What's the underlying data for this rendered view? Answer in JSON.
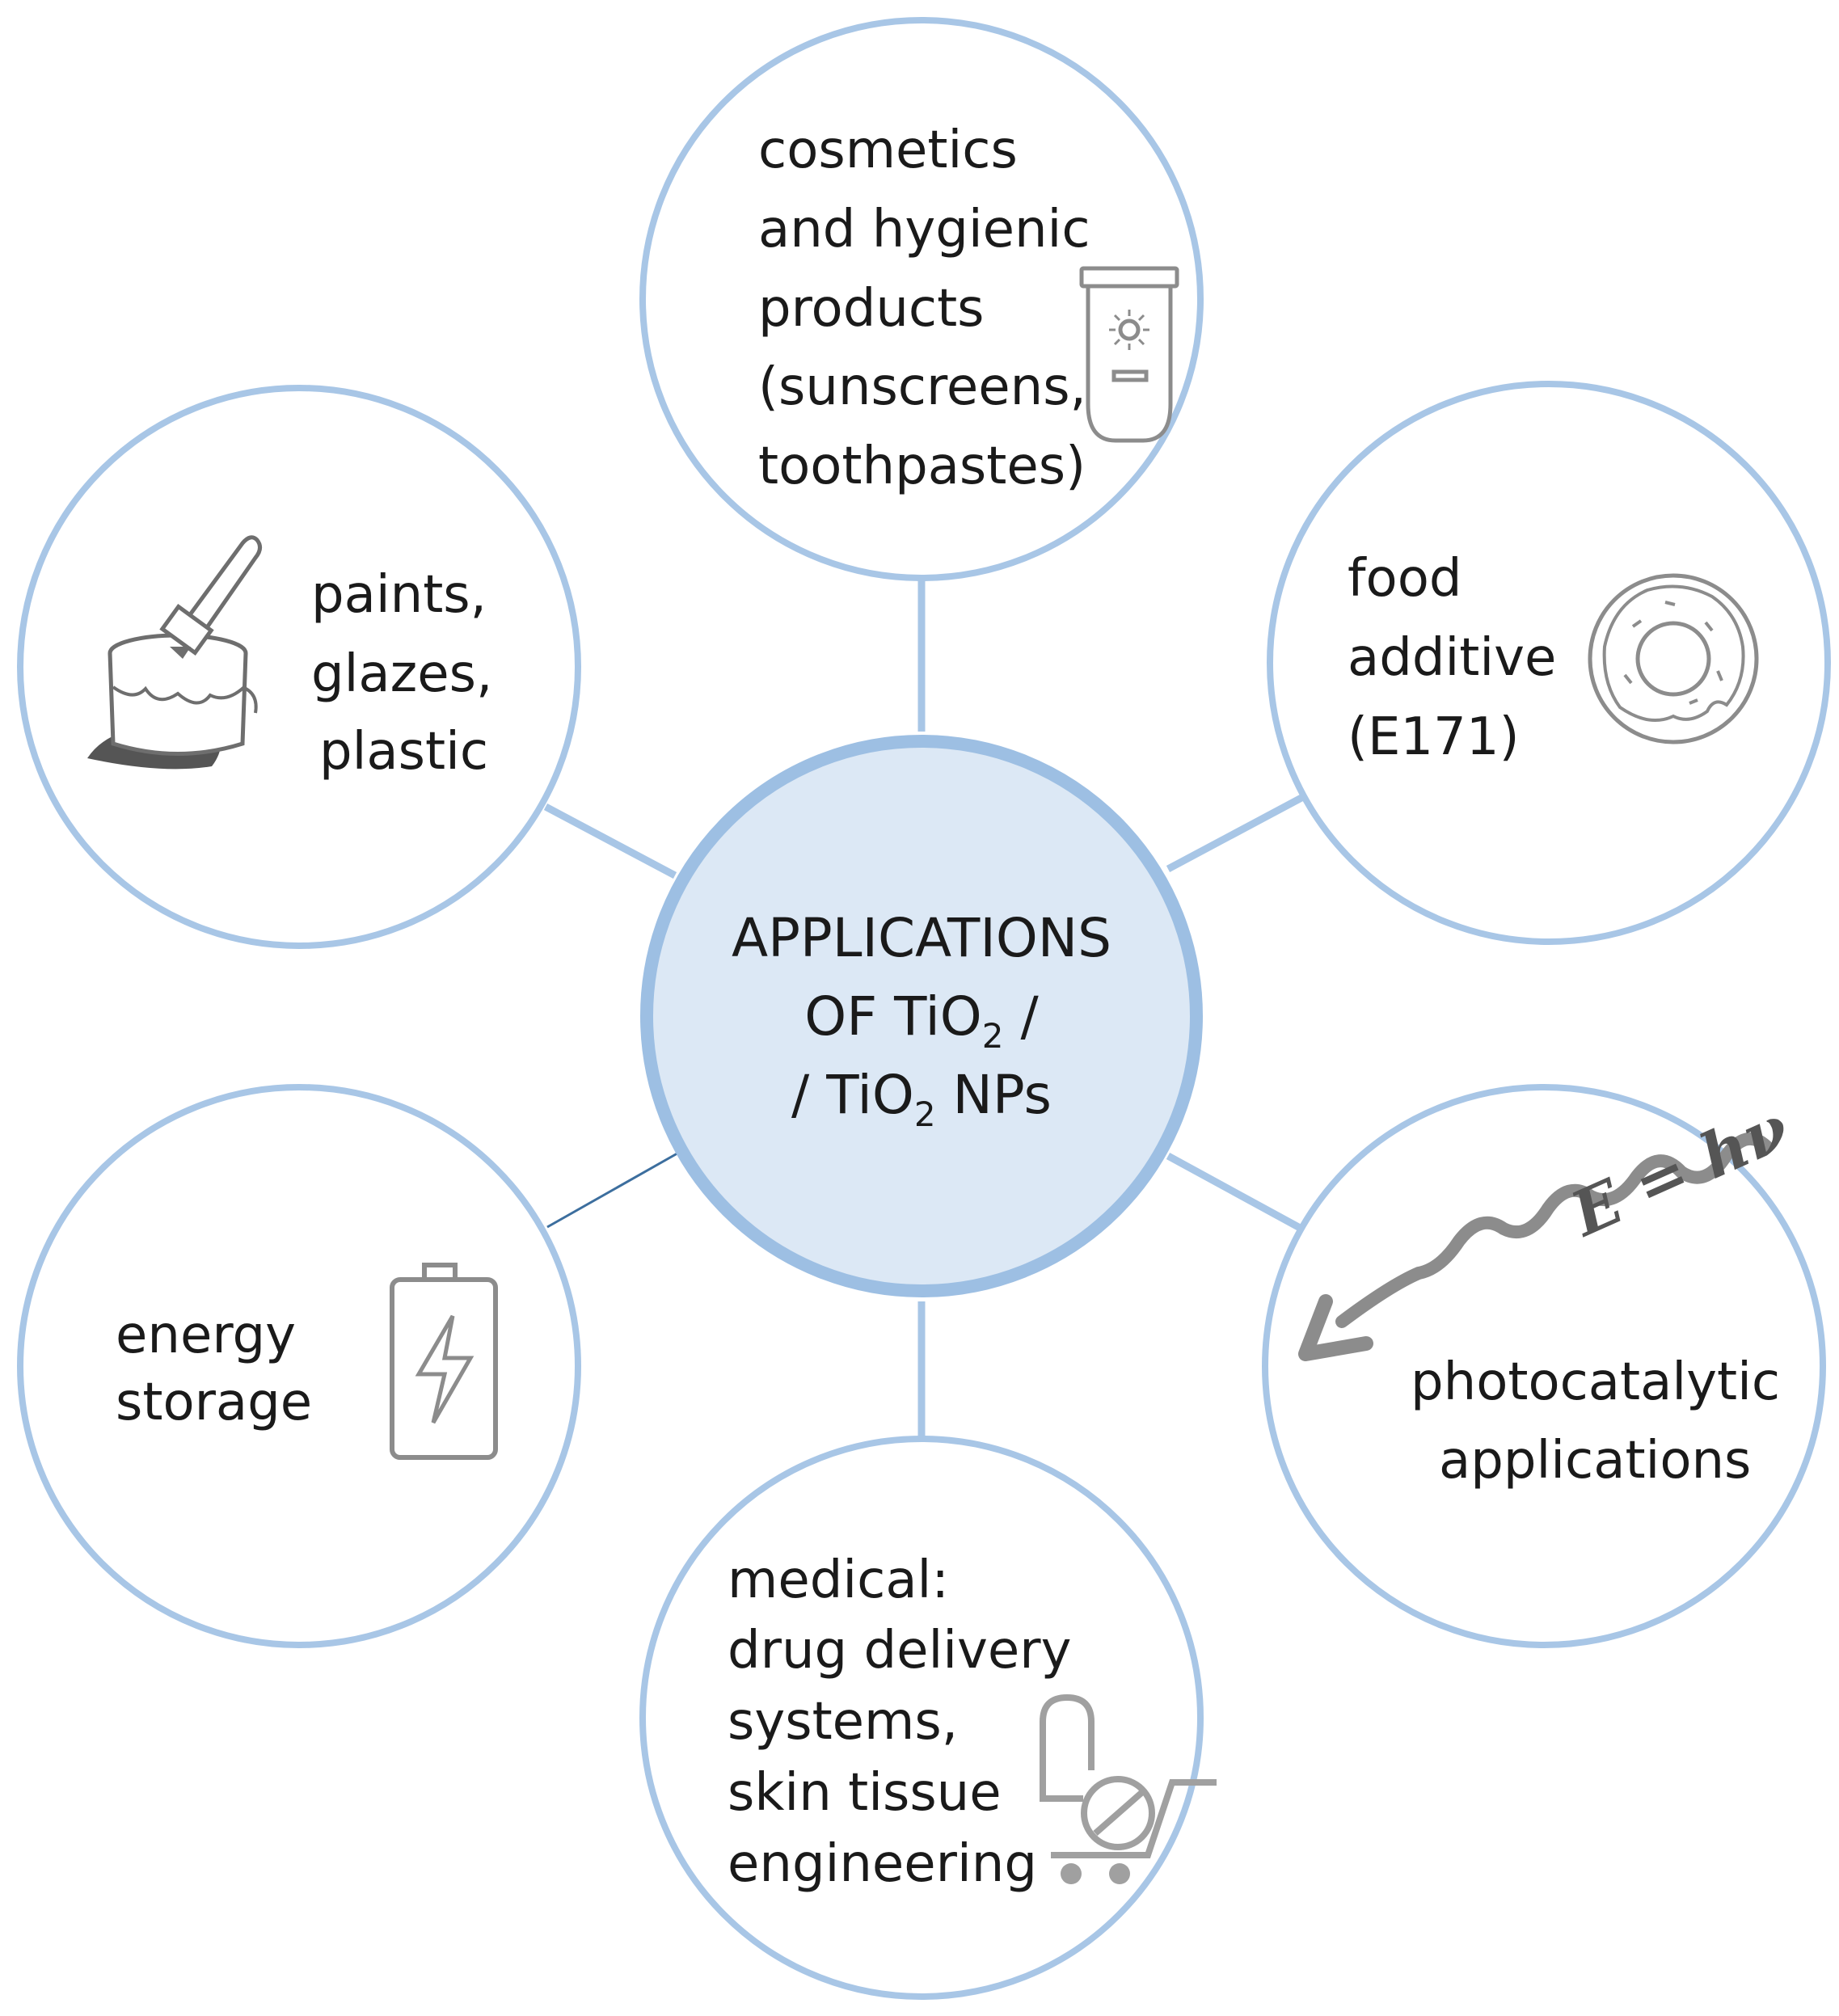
{
  "diagram": {
    "center": {
      "line1": "APPLICATIONS",
      "line2_pre": "OF TiO",
      "line2_sub": "2",
      "line2_post": " /",
      "line3_pre": "/ TiO",
      "line3_sub": "2",
      "line3_post": " NPs"
    },
    "nodes": {
      "cosmetics": [
        "cosmetics",
        "and hygienic",
        "products",
        "(sunscreens,",
        "toothpastes)"
      ],
      "food": [
        "food",
        "additive",
        "(E171)"
      ],
      "photocatalytic": [
        "photocatalytic",
        "applications"
      ],
      "medical": [
        "medical:",
        "drug delivery",
        "systems,",
        "skin tissue",
        "engineering"
      ],
      "energy": [
        "energy",
        "storage"
      ],
      "paints": [
        "paints,",
        "glazes,",
        "plastic"
      ]
    },
    "photon_formula": "E = hν",
    "icons": {
      "cosmetics": "sunscreen-tube-icon",
      "food": "donut-icon",
      "photocatalytic": "light-wave-arrow-icon",
      "medical": "pill-cart-icon",
      "energy": "battery-icon",
      "paints": "paint-bucket-icon"
    },
    "colors": {
      "circle_stroke": "#a8c6e6",
      "center_fill": "#dce8f5",
      "center_stroke": "#9dbfe3",
      "connector": "#a8c6e6",
      "connector_energy": "#3c6e9e",
      "icon": "#8c8c8c"
    }
  }
}
